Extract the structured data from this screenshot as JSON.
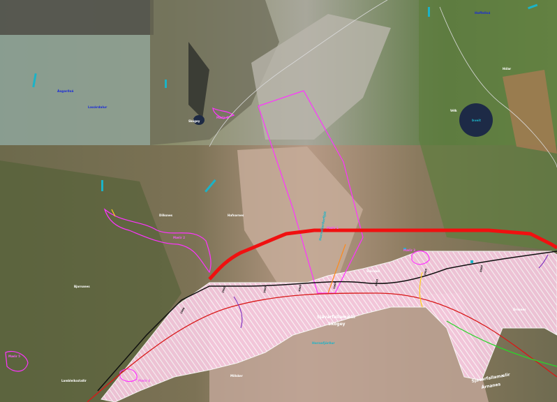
{
  "labels": {
    "main_area": "Sjávarfallamælir\nSkógey",
    "east_area": "Sjávarfallamælir\nÁrnanes",
    "fjord": "Hornafjörður",
    "channel": "Hornafjarðarfljót",
    "lake": "Þveit",
    "place_1": "Vélk",
    "place_2": "Skógey",
    "place_3": "Árnanes",
    "place_4": "Dilksnes",
    "place_5": "Hafnarnes",
    "place_6": "Stóraból",
    "place_7": "Lambleiksstaðir",
    "place_8": "Bjarnanes",
    "place_9": "Miðsker",
    "place_10": "Hólar",
    "blue_1": "Ásgarðsá",
    "blue_2": "Laxárdalur",
    "blue_3": "Hoffellsá",
    "ch_1": "1000",
    "ch_2": "2000",
    "ch_3": "3000",
    "ch_4": "4000",
    "ch_5": "5000",
    "ch_6": "6000",
    "ch_7": "7000",
    "ch_8": "8000"
  },
  "colors": {
    "road_existing": "#f01010",
    "road_proposed": "#d81818",
    "alt_route": "#0f0f0f",
    "corridor_fill": "#f6bfdc",
    "boundary": "#ff33ff",
    "green_line": "#2ad62a",
    "orange_line": "#ff8a1a",
    "yellow_line": "#ffd21a",
    "cyan_mark": "#1bb3c7"
  }
}
